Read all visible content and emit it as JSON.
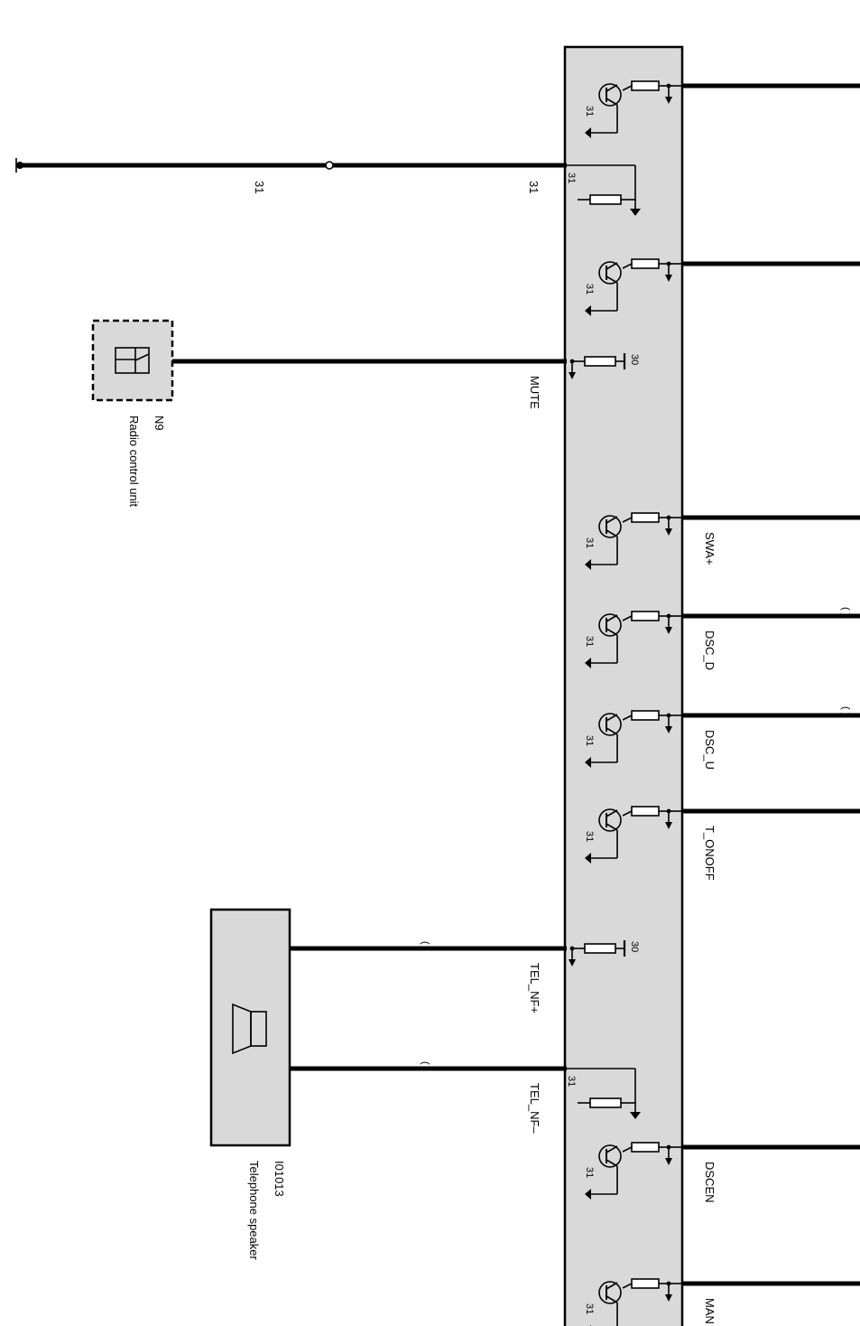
{
  "colors": {
    "module_fill": "#d9d9d9",
    "wire": "#000000",
    "box_fill": "#d9d9d9"
  },
  "components": {
    "radio": {
      "id": "N9",
      "name": "Radio control unit",
      "icon": "radio-connector-icon"
    },
    "speaker": {
      "id": "I01013",
      "name": "Telephone speaker",
      "icon": "speaker-icon"
    }
  },
  "ground_wire": {
    "labels": [
      "31",
      "31"
    ]
  },
  "rows": [
    {
      "type": "transistor",
      "pin": "31",
      "signal": ""
    },
    {
      "type": "pulldown",
      "pin": "31",
      "signal": ""
    },
    {
      "type": "transistor",
      "pin": "31",
      "signal": ""
    },
    {
      "type": "pullup",
      "pin": "30",
      "signal": "MUTE"
    },
    {
      "type": "transistor",
      "pin": "31",
      "signal": "SWA+"
    },
    {
      "type": "transistor",
      "pin": "31",
      "signal": "DSC_D"
    },
    {
      "type": "transistor",
      "pin": "31",
      "signal": "DSC_U"
    },
    {
      "type": "transistor",
      "pin": "31",
      "signal": "T_ONOFF"
    },
    {
      "type": "pullup",
      "pin": "30",
      "signal": "TEL_NF+"
    },
    {
      "type": "pulldown",
      "pin": "31",
      "signal": "TEL_NF–"
    },
    {
      "type": "transistor",
      "pin": "31",
      "signal": "DSCEN"
    },
    {
      "type": "transistor",
      "pin": "31",
      "signal": "MAN"
    }
  ]
}
